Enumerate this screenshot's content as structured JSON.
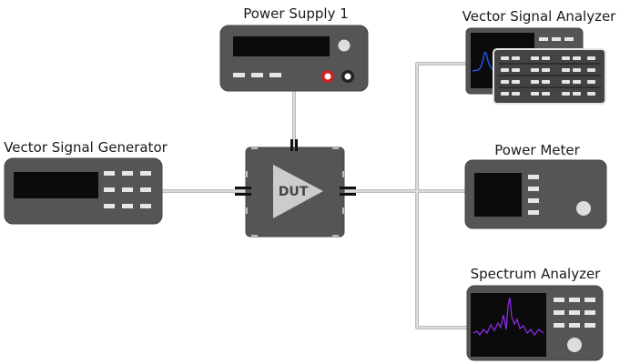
{
  "diagram": {
    "dut_label": "DUT",
    "instruments": {
      "power_supply": "Power Supply 1",
      "signal_generator": "Vector Signal Generator",
      "vector_signal_analyzer": "Vector Signal Analyzer",
      "power_meter": "Power Meter",
      "spectrum_analyzer": "Spectrum Analyzer"
    }
  },
  "colors": {
    "instrument_body": "#555555",
    "instrument_edge": "#444444",
    "screen": "#0b0b0b",
    "buttons": "#e6e6e6",
    "cable": "#bbbbbb",
    "connector": "#111111",
    "knob_red": "#cc2222",
    "trace_blue": "#2255ee",
    "trace_purple": "#8a2be2"
  }
}
